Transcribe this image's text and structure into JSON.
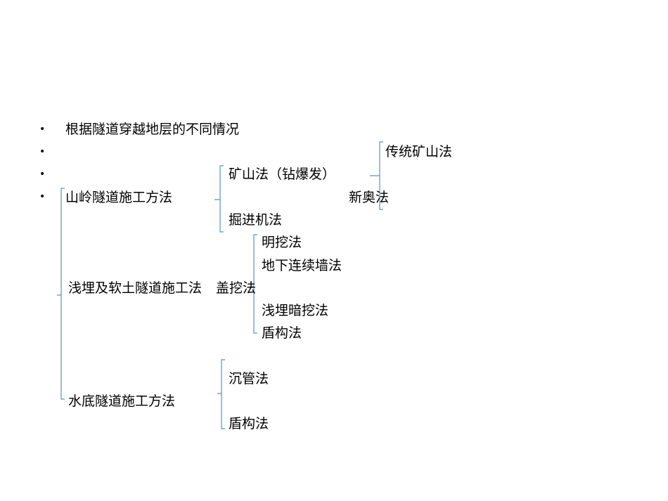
{
  "bullets": [
    "•",
    "•",
    "•",
    "•"
  ],
  "intro": "根据隧道穿越地层的不同情况",
  "categories": {
    "mountain": "山岭隧道施工方法",
    "shallow": "浅埋及软土隧道施工法",
    "underwater": "水底隧道施工方法"
  },
  "methods": {
    "mining": "矿山法（钻爆发）",
    "tbm": "掘进机法",
    "traditional_mining": "传统矿山法",
    "natm": "新奥法",
    "cut_cover": "盖挖法",
    "open_cut": "明挖法",
    "diaphragm_wall": "地下连续墙法",
    "shallow_bored": "浅埋暗挖法",
    "shield_1": "盾构法",
    "immersed_tube": "沉管法",
    "shield_2": "盾构法"
  },
  "colors": {
    "bracket": "#5b8fc8",
    "text": "#000000"
  }
}
